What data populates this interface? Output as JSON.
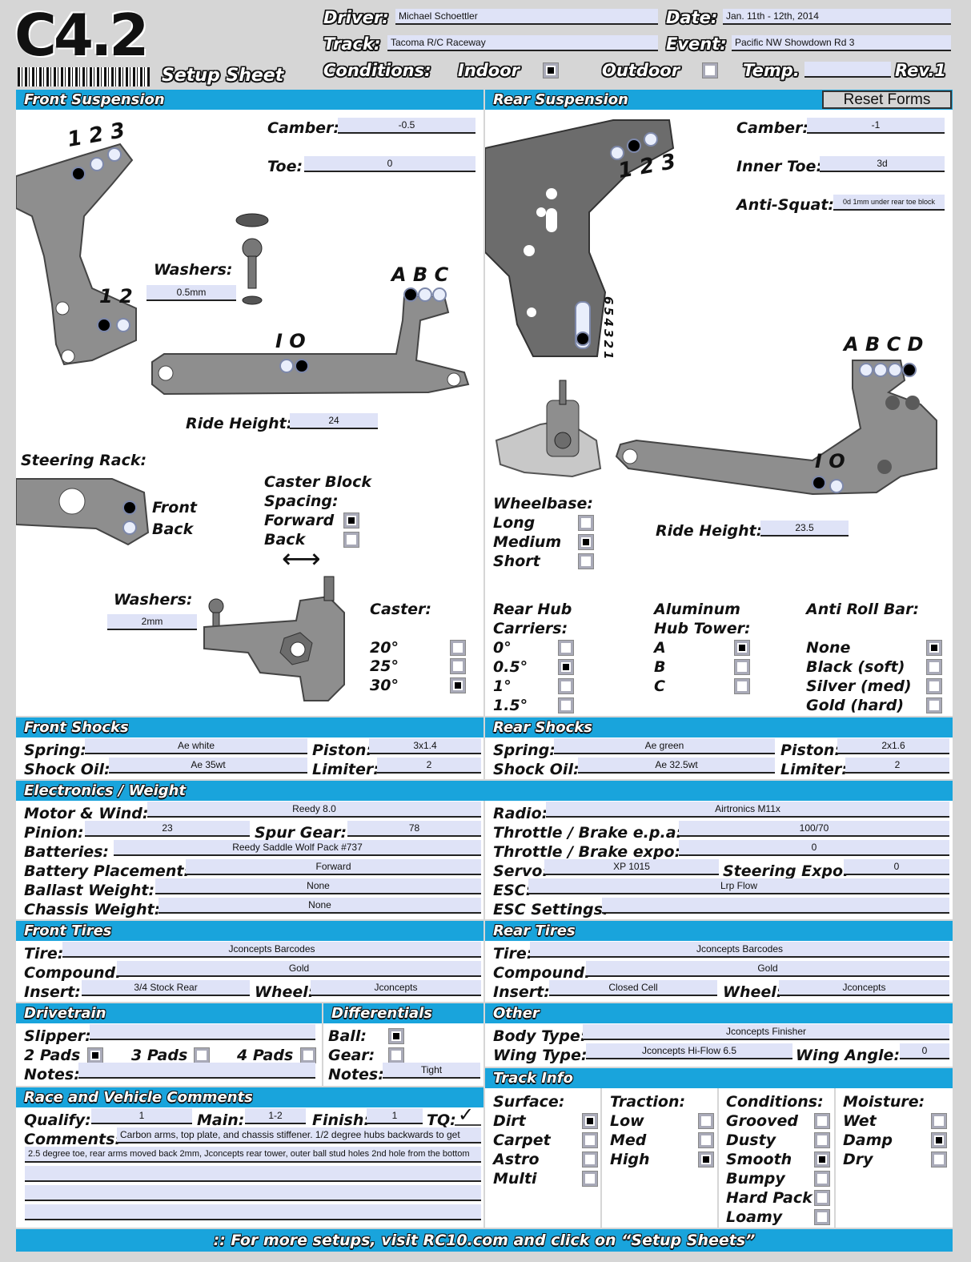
{
  "header": {
    "logo": "C4.2",
    "subtitle": "Setup Sheet",
    "driver_label": "Driver:",
    "driver": "Michael Schoettler",
    "date_label": "Date:",
    "date": "Jan. 11th - 12th, 2014",
    "track_label": "Track:",
    "track": "Tacoma R/C Raceway",
    "event_label": "Event:",
    "event": "Pacific NW Showdown Rd 3",
    "conditions_label": "Conditions:",
    "indoor_label": "Indoor",
    "indoor": true,
    "outdoor_label": "Outdoor",
    "outdoor": false,
    "temp_label": "Temp.",
    "temp": "",
    "rev": "Rev.1",
    "reset_button": "Reset Forms"
  },
  "front_suspension": {
    "title": "Front Suspension",
    "camber_label": "Camber:",
    "camber": "-0.5",
    "toe_label": "Toe:",
    "toe": "0",
    "washers_label": "Washers:",
    "washers": "0.5mm",
    "ride_height_label": "Ride Height:",
    "ride_height": "24",
    "tower_nums": "1 2 3",
    "mount_nums": "1 2",
    "abc": "A B C",
    "io": "I O",
    "steering_rack_label": "Steering Rack:",
    "front_label": "Front",
    "back_label": "Back",
    "caster_block_label": "Caster Block",
    "spacing_label": "Spacing:",
    "forward_label": "Forward",
    "forward": true,
    "back2_label": "Back",
    "back2": false,
    "washers2_label": "Washers:",
    "washers2": "2mm",
    "caster_label": "Caster:",
    "caster_opts": [
      {
        "label": "20°",
        "on": false
      },
      {
        "label": "25°",
        "on": false
      },
      {
        "label": "30°",
        "on": true
      }
    ]
  },
  "rear_suspension": {
    "title": "Rear Suspension",
    "camber_label": "Camber:",
    "camber": "-1",
    "inner_toe_label": "Inner Toe:",
    "inner_toe": "3d",
    "anti_squat_label": "Anti-Squat:",
    "anti_squat": "0d 1mm under rear toe block",
    "tower_nums": "1 2 3",
    "vert_nums": "6 5 4 3 2 1",
    "abcd": "A B C D",
    "io": "I O",
    "wheelbase_label": "Wheelbase:",
    "wheelbase_opts": [
      {
        "label": "Long",
        "on": false
      },
      {
        "label": "Medium",
        "on": true
      },
      {
        "label": "Short",
        "on": false
      }
    ],
    "ride_height_label": "Ride Height:",
    "ride_height": "23.5",
    "hub_label1": "Rear Hub",
    "hub_label2": "Carriers:",
    "hub_opts": [
      {
        "label": "0°",
        "on": false
      },
      {
        "label": "0.5°",
        "on": true
      },
      {
        "label": "1°",
        "on": false
      },
      {
        "label": "1.5°",
        "on": false
      }
    ],
    "tower_label1": "Aluminum",
    "tower_label2": "Hub Tower:",
    "tower_opts": [
      {
        "label": "A",
        "on": true
      },
      {
        "label": "B",
        "on": false
      },
      {
        "label": "C",
        "on": false
      }
    ],
    "arb_label": "Anti Roll Bar:",
    "arb_opts": [
      {
        "label": "None",
        "on": true
      },
      {
        "label": "Black (soft)",
        "on": false
      },
      {
        "label": "Silver (med)",
        "on": false
      },
      {
        "label": "Gold (hard)",
        "on": false
      }
    ]
  },
  "front_shocks": {
    "title": "Front Shocks",
    "spring_label": "Spring:",
    "spring": "Ae white",
    "piston_label": "Piston:",
    "piston": "3x1.4",
    "oil_label": "Shock Oil:",
    "oil": "Ae 35wt",
    "limiter_label": "Limiter:",
    "limiter": "2"
  },
  "rear_shocks": {
    "title": "Rear Shocks",
    "spring_label": "Spring:",
    "spring": "Ae green",
    "piston_label": "Piston:",
    "piston": "2x1.6",
    "oil_label": "Shock Oil:",
    "oil": "Ae 32.5wt",
    "limiter_label": "Limiter:",
    "limiter": "2"
  },
  "electronics": {
    "title": "Electronics / Weight",
    "motor_label": "Motor & Wind:",
    "motor": "Reedy 8.0",
    "pinion_label": "Pinion:",
    "pinion": "23",
    "spur_label": "Spur Gear:",
    "spur": "78",
    "batteries_label": "Batteries:",
    "batteries": "Reedy Saddle Wolf Pack #737",
    "placement_label": "Battery Placement:",
    "placement": "Forward",
    "ballast_label": "Ballast Weight:",
    "ballast": "None",
    "chassis_label": "Chassis Weight:",
    "chassis": "None",
    "radio_label": "Radio:",
    "radio": "Airtronics M11x",
    "epa_label": "Throttle / Brake e.p.a:",
    "epa": "100/70",
    "expo_label": "Throttle / Brake expo:",
    "expo": "0",
    "servo_label": "Servo:",
    "servo": "XP 1015",
    "steer_expo_label": "Steering Expo:",
    "steer_expo": "0",
    "esc_label": "ESC:",
    "esc": "Lrp Flow",
    "esc_settings_label": "ESC Settings:",
    "esc_settings": ""
  },
  "front_tires": {
    "title": "Front Tires",
    "tire_label": "Tire:",
    "tire": "Jconcepts Barcodes",
    "compound_label": "Compound:",
    "compound": "Gold",
    "insert_label": "Insert:",
    "insert": "3/4 Stock Rear",
    "wheel_label": "Wheel:",
    "wheel": "Jconcepts"
  },
  "rear_tires": {
    "title": "Rear Tires",
    "tire_label": "Tire:",
    "tire": "Jconcepts Barcodes",
    "compound_label": "Compound:",
    "compound": "Gold",
    "insert_label": "Insert:",
    "insert": "Closed Cell",
    "wheel_label": "Wheel:",
    "wheel": "Jconcepts"
  },
  "drivetrain": {
    "title": "Drivetrain",
    "slipper_label": "Slipper:",
    "slipper": "",
    "pads2_label": "2 Pads",
    "pads2": true,
    "pads3_label": "3 Pads",
    "pads3": false,
    "pads4_label": "4 Pads",
    "pads4": false,
    "notes_label": "Notes:",
    "notes": ""
  },
  "differentials": {
    "title": "Differentials",
    "ball_label": "Ball:",
    "ball": true,
    "gear_label": "Gear:",
    "gear": false,
    "notes_label": "Notes:",
    "notes": "Tight"
  },
  "other": {
    "title": "Other",
    "body_label": "Body Type:",
    "body": "Jconcepts Finisher",
    "wing_label": "Wing Type:",
    "wing": "Jconcepts Hi-Flow 6.5",
    "wing_angle_label": "Wing Angle:",
    "wing_angle": "0"
  },
  "comments": {
    "title": "Race and Vehicle Comments",
    "qualify_label": "Qualify:",
    "qualify": "1",
    "main_label": "Main:",
    "main": "1-2",
    "finish_label": "Finish:",
    "finish": "1",
    "tq_label": "TQ:",
    "tq_mark": "✓",
    "comments_label": "Comments:",
    "comment1": "Carbon arms, top plate, and chassis stiffener.  1/2 degree hubs backwards to get",
    "comment2": "2.5 degree toe, rear arms moved back 2mm, Jconcepts rear tower, outer ball stud holes 2nd hole from the bottom"
  },
  "track_info": {
    "title": "Track Info",
    "surface_label": "Surface:",
    "surface": [
      {
        "label": "Dirt",
        "on": true
      },
      {
        "label": "Carpet",
        "on": false
      },
      {
        "label": "Astro",
        "on": false
      },
      {
        "label": "Multi",
        "on": false
      }
    ],
    "traction_label": "Traction:",
    "traction": [
      {
        "label": "Low",
        "on": false
      },
      {
        "label": "Med",
        "on": false
      },
      {
        "label": "High",
        "on": true
      }
    ],
    "conditions_label": "Conditions:",
    "conditions": [
      {
        "label": "Grooved",
        "on": false
      },
      {
        "label": "Dusty",
        "on": false
      },
      {
        "label": "Smooth",
        "on": true
      },
      {
        "label": "Bumpy",
        "on": false
      },
      {
        "label": "Hard Pack",
        "on": false
      },
      {
        "label": "Loamy",
        "on": false
      }
    ],
    "moisture_label": "Moisture:",
    "moisture": [
      {
        "label": "Wet",
        "on": false
      },
      {
        "label": "Damp",
        "on": true
      },
      {
        "label": "Dry",
        "on": false
      }
    ]
  },
  "footer": ":: For more setups, visit RC10.com and click on “Setup Sheets”"
}
